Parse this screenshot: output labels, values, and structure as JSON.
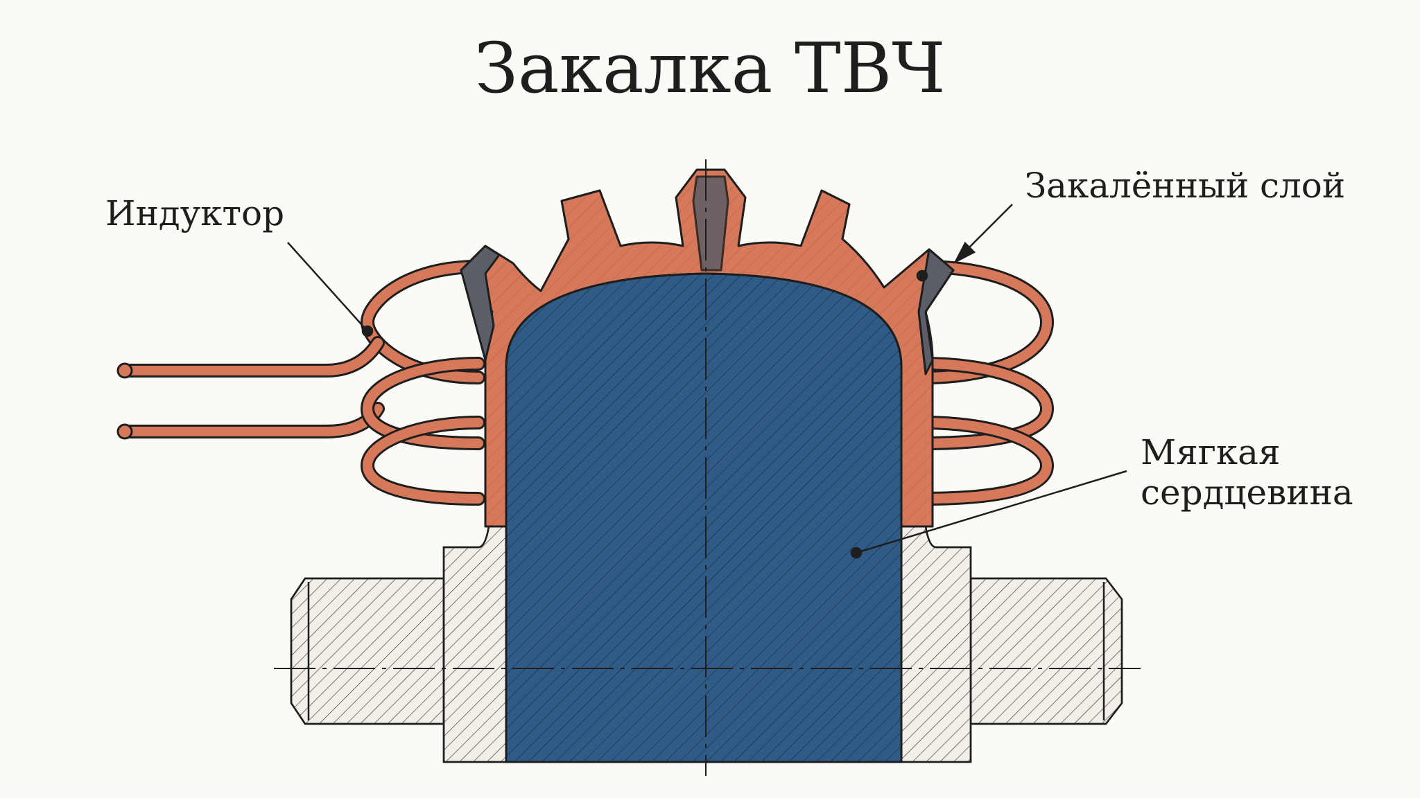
{
  "title": "Закалка ТВЧ",
  "labels": {
    "inductor": "Индуктор",
    "hardened_layer": "Закалённый слой",
    "soft_core_line1": "Мягкая",
    "soft_core_line2": "сердцевина"
  },
  "colors": {
    "background": "#fbfaf5",
    "inductor_copper": "#d6785a",
    "hardened_layer": "#d6785a",
    "hardened_tip": "#5b5e66",
    "soft_core": "#2f5b86",
    "shaft": "#f1efe8",
    "outline": "#1e1e1e"
  }
}
